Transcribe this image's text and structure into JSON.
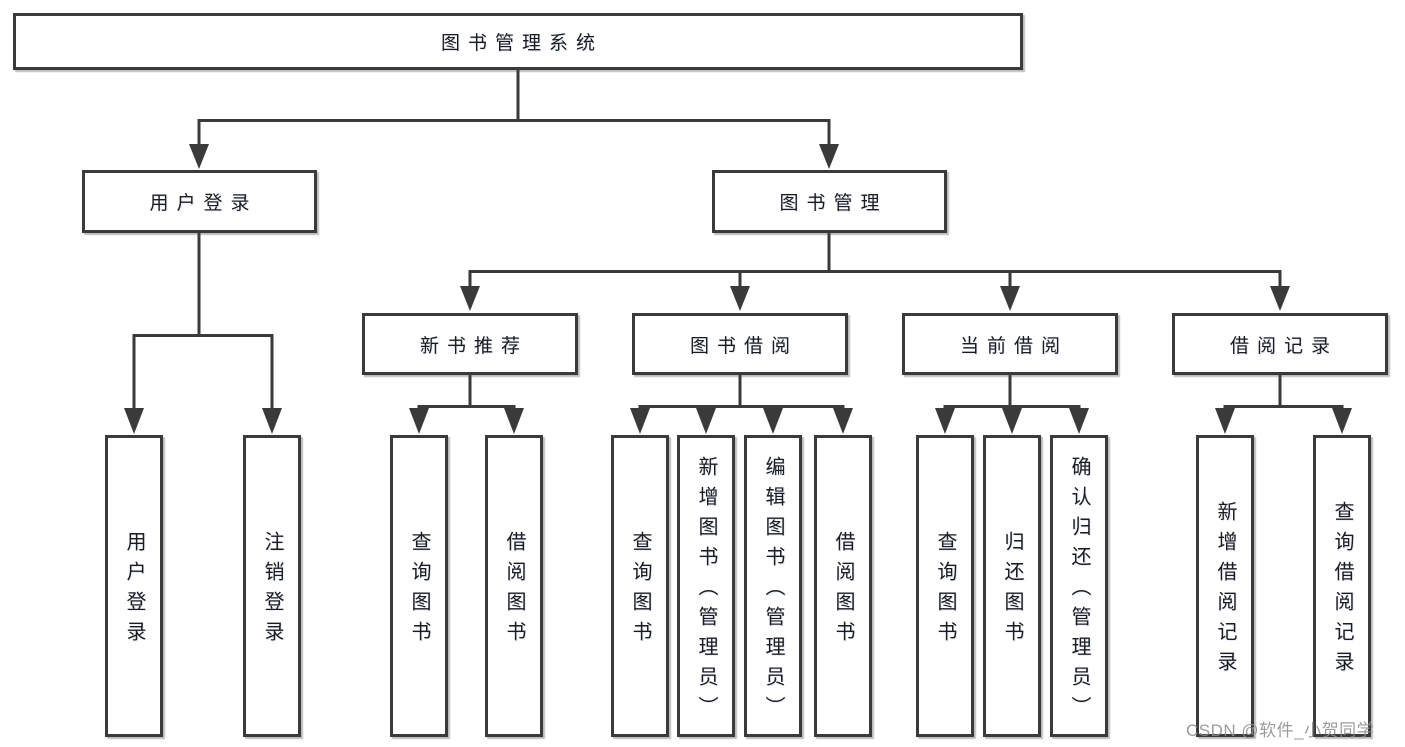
{
  "diagram_type": "functional-hierarchy-tree",
  "tree": {
    "root": {
      "label": "图书管理系统",
      "children": [
        {
          "label": "用户登录",
          "children": [
            {
              "label": "用户登录"
            },
            {
              "label": "注销登录"
            }
          ]
        },
        {
          "label": "图书管理",
          "children": [
            {
              "label": "新书推荐",
              "children": [
                {
                  "label": "查询图书"
                },
                {
                  "label": "借阅图书"
                }
              ]
            },
            {
              "label": "图书借阅",
              "children": [
                {
                  "label": "查询图书"
                },
                {
                  "label": "新增图书（管理员）"
                },
                {
                  "label": "编辑图书（管理员）"
                },
                {
                  "label": "借阅图书"
                }
              ]
            },
            {
              "label": "当前借阅",
              "children": [
                {
                  "label": "查询图书"
                },
                {
                  "label": "归还图书"
                },
                {
                  "label": "确认归还（管理员）"
                }
              ]
            },
            {
              "label": "借阅记录",
              "children": [
                {
                  "label": "新增借阅记录"
                },
                {
                  "label": "查询借阅记录"
                }
              ]
            }
          ]
        }
      ]
    }
  },
  "watermark": {
    "text": "CSDN @软件_小贺同学"
  },
  "colors": {
    "line": "#3a3a3a",
    "box-border": "#3a3a3a",
    "text": "#1c1c1c",
    "background": "#ffffff",
    "watermark": "#8f8f8f"
  }
}
